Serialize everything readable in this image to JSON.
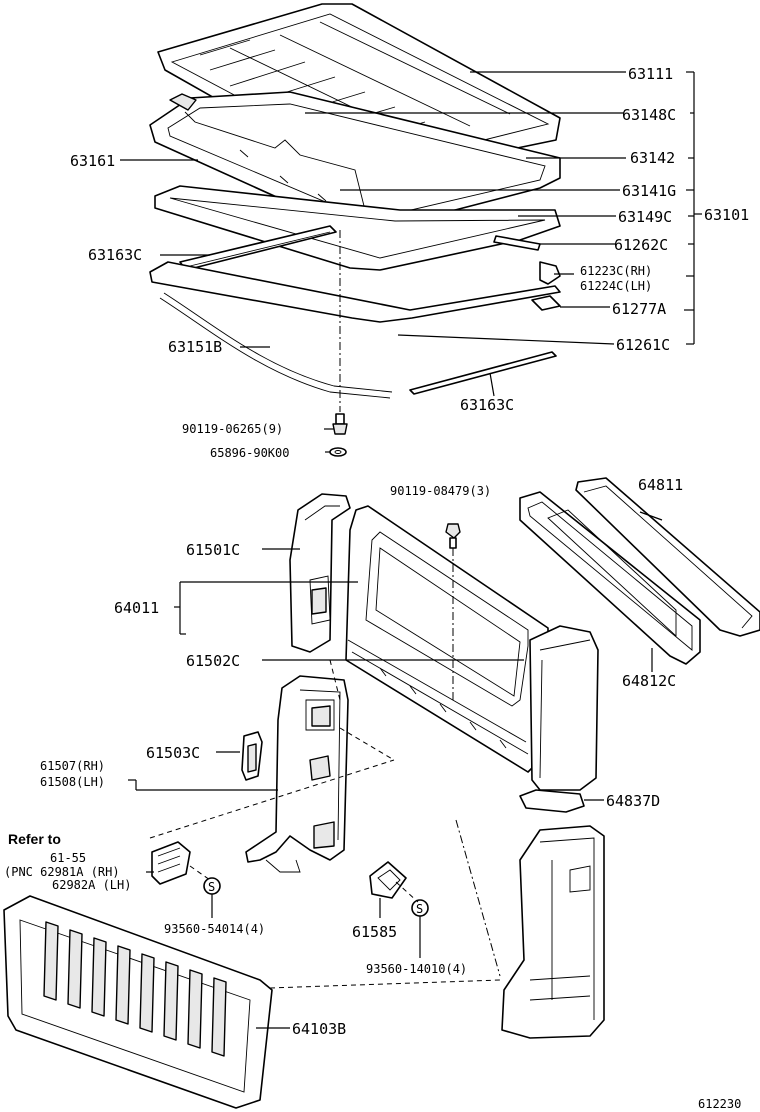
{
  "diagram": {
    "figure_number": "612230",
    "labels": {
      "p63111": "63111",
      "p63148C": "63148C",
      "p63161": "63161",
      "p63142": "63142",
      "p63141G": "63141G",
      "p63149C": "63149C",
      "p63101": "63101",
      "p63163C_left": "63163C",
      "p61262C": "61262C",
      "p61223C": "61223C(RH)",
      "p61224C": "61224C(LH)",
      "p61277A": "61277A",
      "p63151B": "63151B",
      "p61261C": "61261C",
      "p63163C_bottom": "63163C",
      "bolt_90119_06265": "90119-06265(9)",
      "washer_65896": "65896-90K00",
      "bolt_90119_08479": "90119-08479(3)",
      "p64811": "64811",
      "p61501C": "61501C",
      "p64011": "64011",
      "p61502C": "61502C",
      "p64812C": "64812C",
      "p61503C": "61503C",
      "p61507": "61507(RH)",
      "p61508": "61508(LH)",
      "p64837D": "64837D",
      "refer_to": "Refer to",
      "refer_61_55": "61-55",
      "refer_pnc_line1": "(PNC 62981A (RH)",
      "refer_pnc_line2": "62982A (LH)",
      "clip_93560_54014": "93560-54014(4)",
      "p61585": "61585",
      "clip_93560_14010": "93560-14010(4)",
      "p64103B": "64103B"
    }
  }
}
